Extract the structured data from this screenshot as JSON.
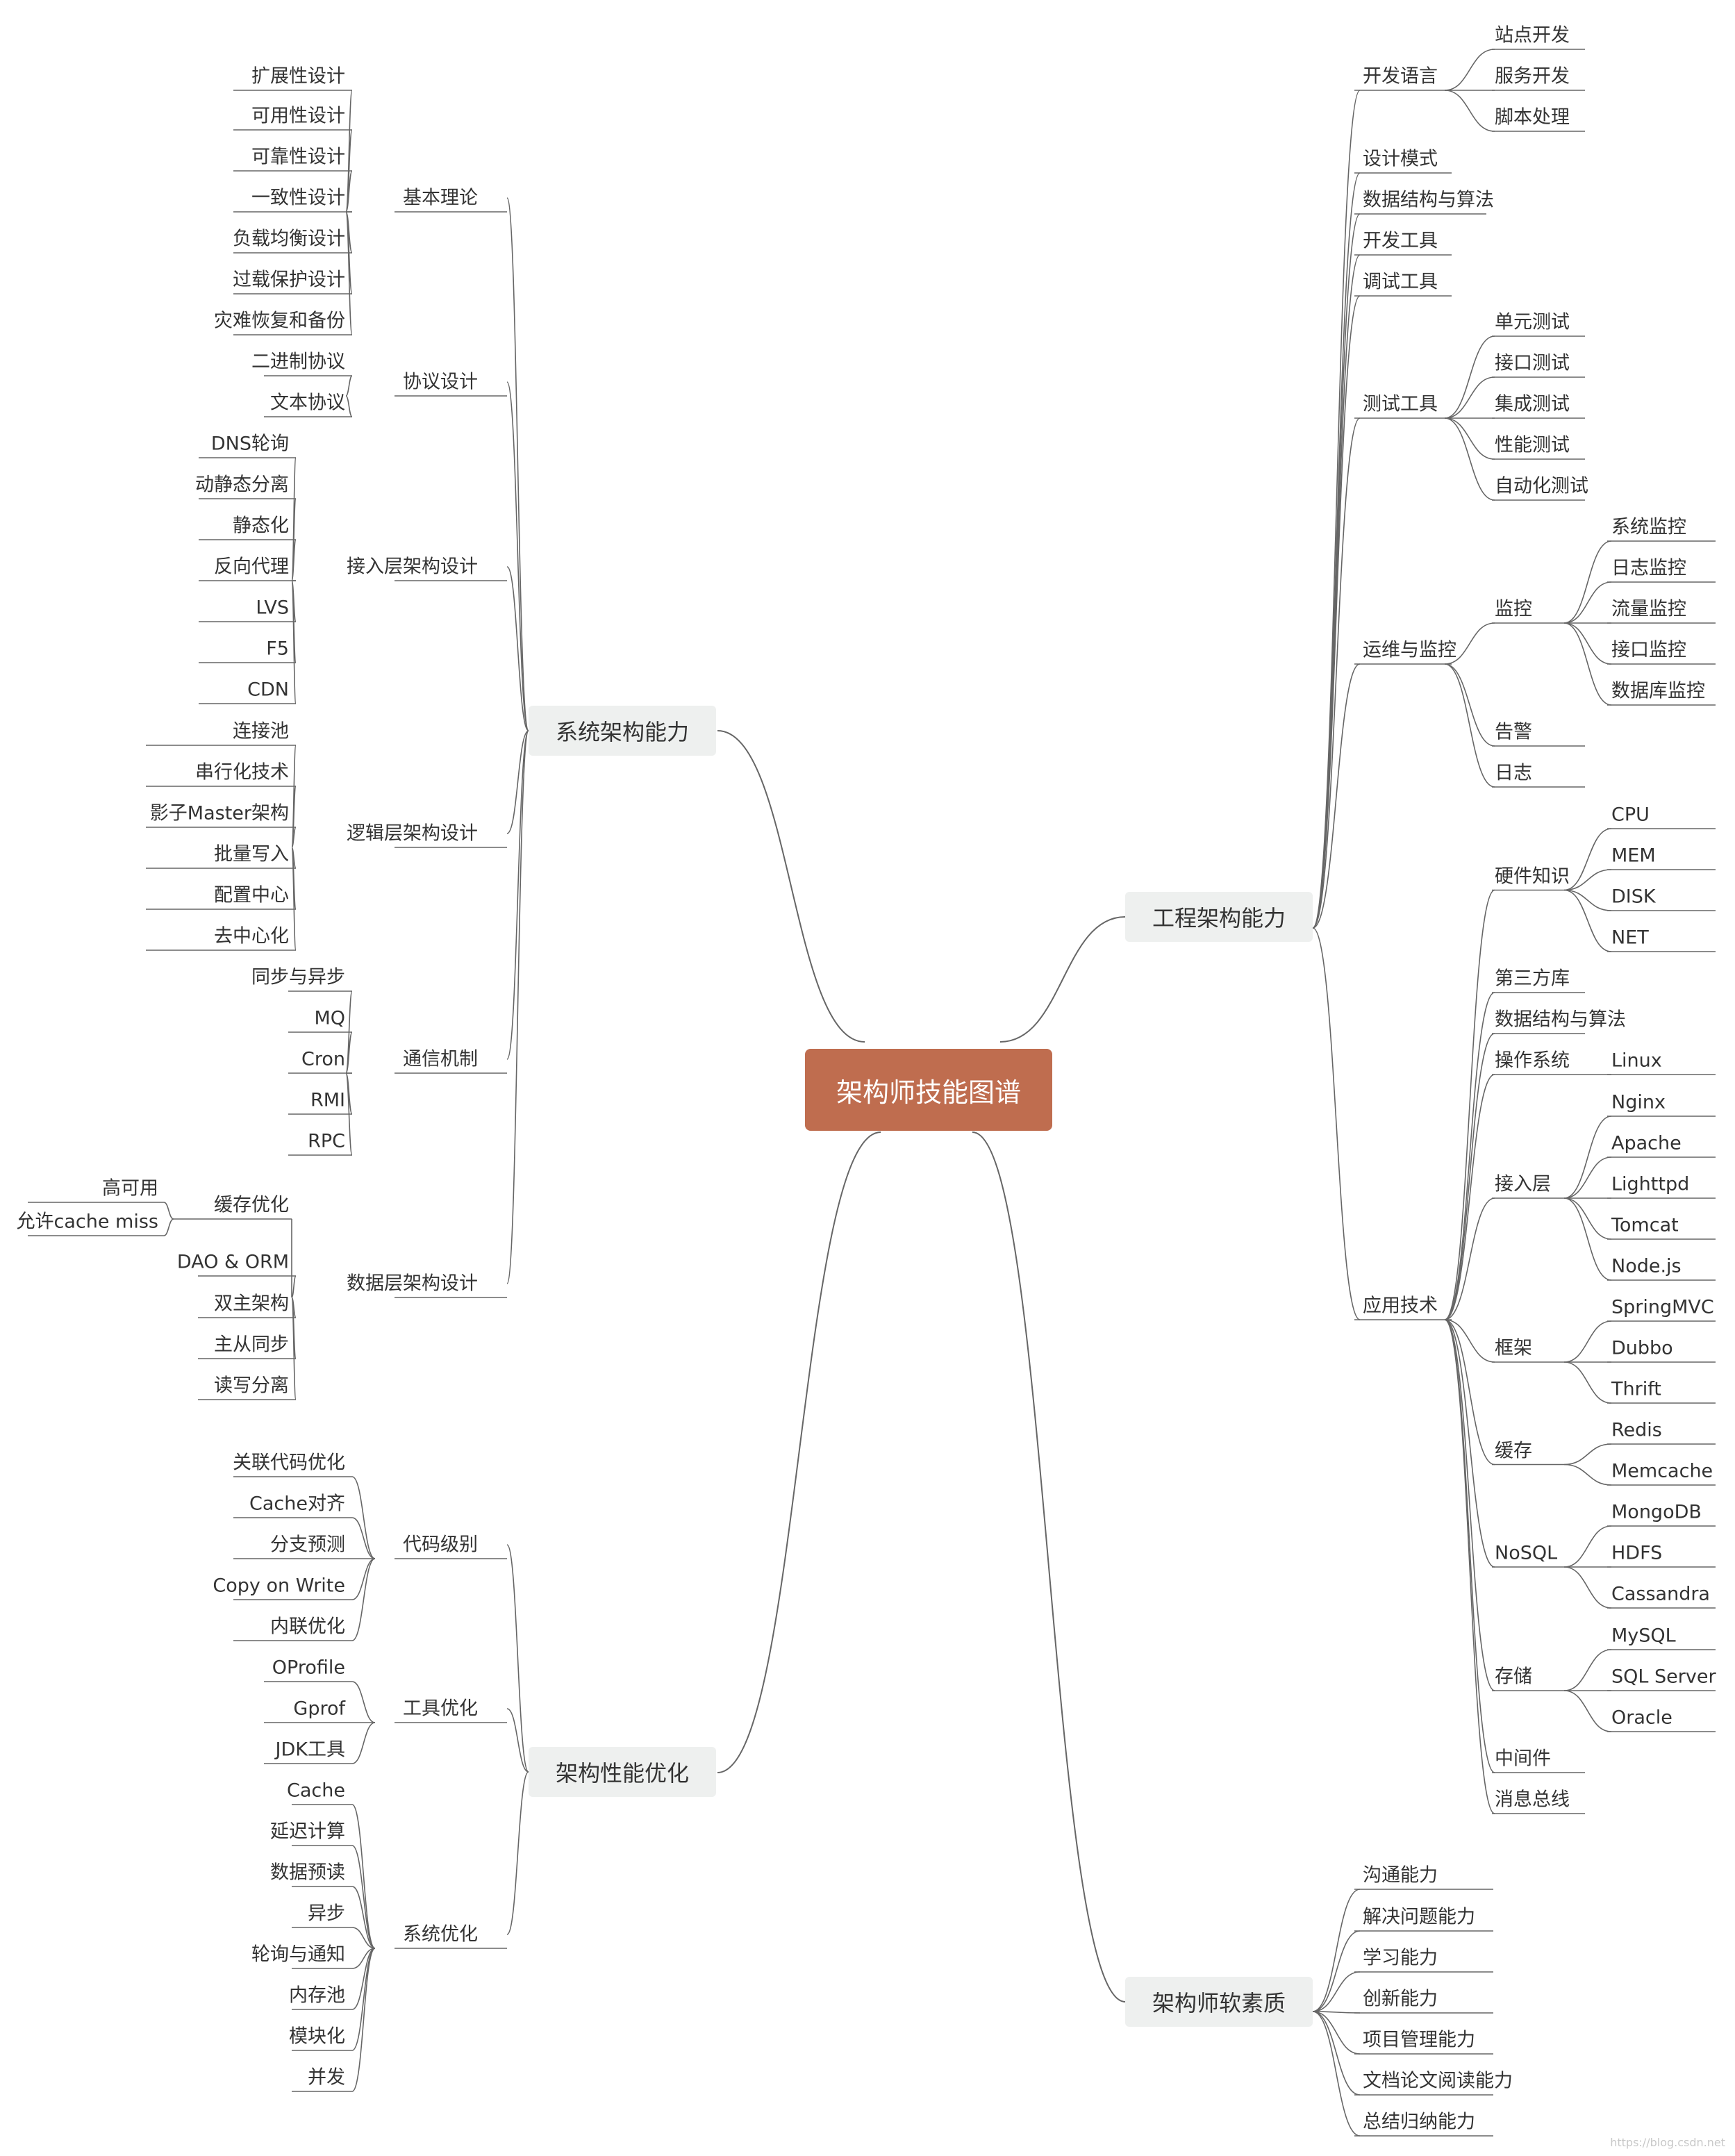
{
  "root": "架构师技能图谱",
  "branches": [
    {
      "id": "sys",
      "label": "系统架构能力",
      "groups": [
        {
          "label": "基本理论",
          "items": [
            {
              "label": "扩展性设计"
            },
            {
              "label": "可用性设计"
            },
            {
              "label": "可靠性设计"
            },
            {
              "label": "一致性设计"
            },
            {
              "label": "负载均衡设计"
            },
            {
              "label": "过载保护设计"
            },
            {
              "label": "灾难恢复和备份"
            }
          ]
        },
        {
          "label": "协议设计",
          "items": [
            {
              "label": "二进制协议"
            },
            {
              "label": "文本协议"
            }
          ]
        },
        {
          "label": "接入层架构设计",
          "items": [
            {
              "label": "DNS轮询"
            },
            {
              "label": "动静态分离"
            },
            {
              "label": "静态化"
            },
            {
              "label": "反向代理"
            },
            {
              "label": "LVS"
            },
            {
              "label": "F5"
            },
            {
              "label": "CDN"
            }
          ]
        },
        {
          "label": "逻辑层架构设计",
          "items": [
            {
              "label": "连接池"
            },
            {
              "label": "串行化技术"
            },
            {
              "label": "影子Master架构"
            },
            {
              "label": "批量写入"
            },
            {
              "label": "配置中心"
            },
            {
              "label": "去中心化"
            }
          ]
        },
        {
          "label": "通信机制",
          "items": [
            {
              "label": "同步与异步"
            },
            {
              "label": "MQ"
            },
            {
              "label": "Cron"
            },
            {
              "label": "RMI"
            },
            {
              "label": "RPC"
            }
          ]
        },
        {
          "label": "数据层架构设计",
          "items": [
            {
              "label": "缓存优化",
              "items": [
                {
                  "label": "高可用"
                },
                {
                  "label": "允许cache miss"
                }
              ]
            },
            {
              "label": "DAO & ORM"
            },
            {
              "label": "双主架构"
            },
            {
              "label": "主从同步"
            },
            {
              "label": "读写分离"
            }
          ]
        }
      ]
    },
    {
      "id": "perf",
      "label": "架构性能优化",
      "groups": [
        {
          "label": "代码级别",
          "items": [
            {
              "label": "关联代码优化"
            },
            {
              "label": "Cache对齐"
            },
            {
              "label": "分支预测"
            },
            {
              "label": "Copy on Write"
            },
            {
              "label": "内联优化"
            }
          ]
        },
        {
          "label": "工具优化",
          "items": [
            {
              "label": "OProfile"
            },
            {
              "label": "Gprof"
            },
            {
              "label": "JDK工具"
            }
          ]
        },
        {
          "label": "系统优化",
          "items": [
            {
              "label": "Cache"
            },
            {
              "label": "延迟计算"
            },
            {
              "label": "数据预读"
            },
            {
              "label": "异步"
            },
            {
              "label": "轮询与通知"
            },
            {
              "label": "内存池"
            },
            {
              "label": "模块化"
            },
            {
              "label": "并发"
            }
          ]
        }
      ]
    },
    {
      "id": "eng",
      "label": "工程架构能力",
      "groups": [
        {
          "label": "开发语言",
          "items": [
            {
              "label": "站点开发"
            },
            {
              "label": "服务开发"
            },
            {
              "label": "脚本处理"
            }
          ]
        },
        {
          "label": "设计模式"
        },
        {
          "label": "数据结构与算法"
        },
        {
          "label": "开发工具"
        },
        {
          "label": "调试工具"
        },
        {
          "label": "测试工具",
          "items": [
            {
              "label": "单元测试"
            },
            {
              "label": "接口测试"
            },
            {
              "label": "集成测试"
            },
            {
              "label": "性能测试"
            },
            {
              "label": "自动化测试"
            }
          ]
        },
        {
          "label": "运维与监控",
          "items": [
            {
              "label": "监控",
              "items": [
                {
                  "label": "系统监控"
                },
                {
                  "label": "日志监控"
                },
                {
                  "label": "流量监控"
                },
                {
                  "label": "接口监控"
                },
                {
                  "label": "数据库监控"
                }
              ]
            },
            {
              "label": "告警"
            },
            {
              "label": "日志"
            }
          ]
        },
        {
          "label": "应用技术",
          "items": [
            {
              "label": "硬件知识",
              "items": [
                {
                  "label": "CPU"
                },
                {
                  "label": "MEM"
                },
                {
                  "label": "DISK"
                },
                {
                  "label": "NET"
                }
              ]
            },
            {
              "label": "第三方库"
            },
            {
              "label": "数据结构与算法"
            },
            {
              "label": "操作系统",
              "items": [
                {
                  "label": "Linux"
                }
              ]
            },
            {
              "label": "接入层",
              "items": [
                {
                  "label": "Nginx"
                },
                {
                  "label": "Apache"
                },
                {
                  "label": "Lighttpd"
                },
                {
                  "label": "Tomcat"
                },
                {
                  "label": "Node.js"
                }
              ]
            },
            {
              "label": "框架",
              "items": [
                {
                  "label": "SpringMVC"
                },
                {
                  "label": "Dubbo"
                },
                {
                  "label": "Thrift"
                }
              ]
            },
            {
              "label": "缓存",
              "items": [
                {
                  "label": "Redis"
                },
                {
                  "label": "Memcache"
                }
              ]
            },
            {
              "label": "NoSQL",
              "items": [
                {
                  "label": "MongoDB"
                },
                {
                  "label": "HDFS"
                },
                {
                  "label": "Cassandra"
                }
              ]
            },
            {
              "label": "存储",
              "items": [
                {
                  "label": "MySQL"
                },
                {
                  "label": "SQL Server"
                },
                {
                  "label": "Oracle"
                }
              ]
            },
            {
              "label": "中间件"
            },
            {
              "label": "消息总线"
            }
          ]
        }
      ]
    },
    {
      "id": "soft",
      "label": "架构师软素质",
      "groups": [
        {
          "label": "沟通能力"
        },
        {
          "label": "解决问题能力"
        },
        {
          "label": "学习能力"
        },
        {
          "label": "创新能力"
        },
        {
          "label": "项目管理能力"
        },
        {
          "label": "文档论文阅读能力"
        },
        {
          "label": "总结归纳能力"
        }
      ]
    }
  ],
  "watermark": "https://blog.csdn.net",
  "colors": {
    "root_fill": "#bf6d4f",
    "branch_fill": "#eef0ef",
    "line": "#666666",
    "text": "#333333"
  }
}
